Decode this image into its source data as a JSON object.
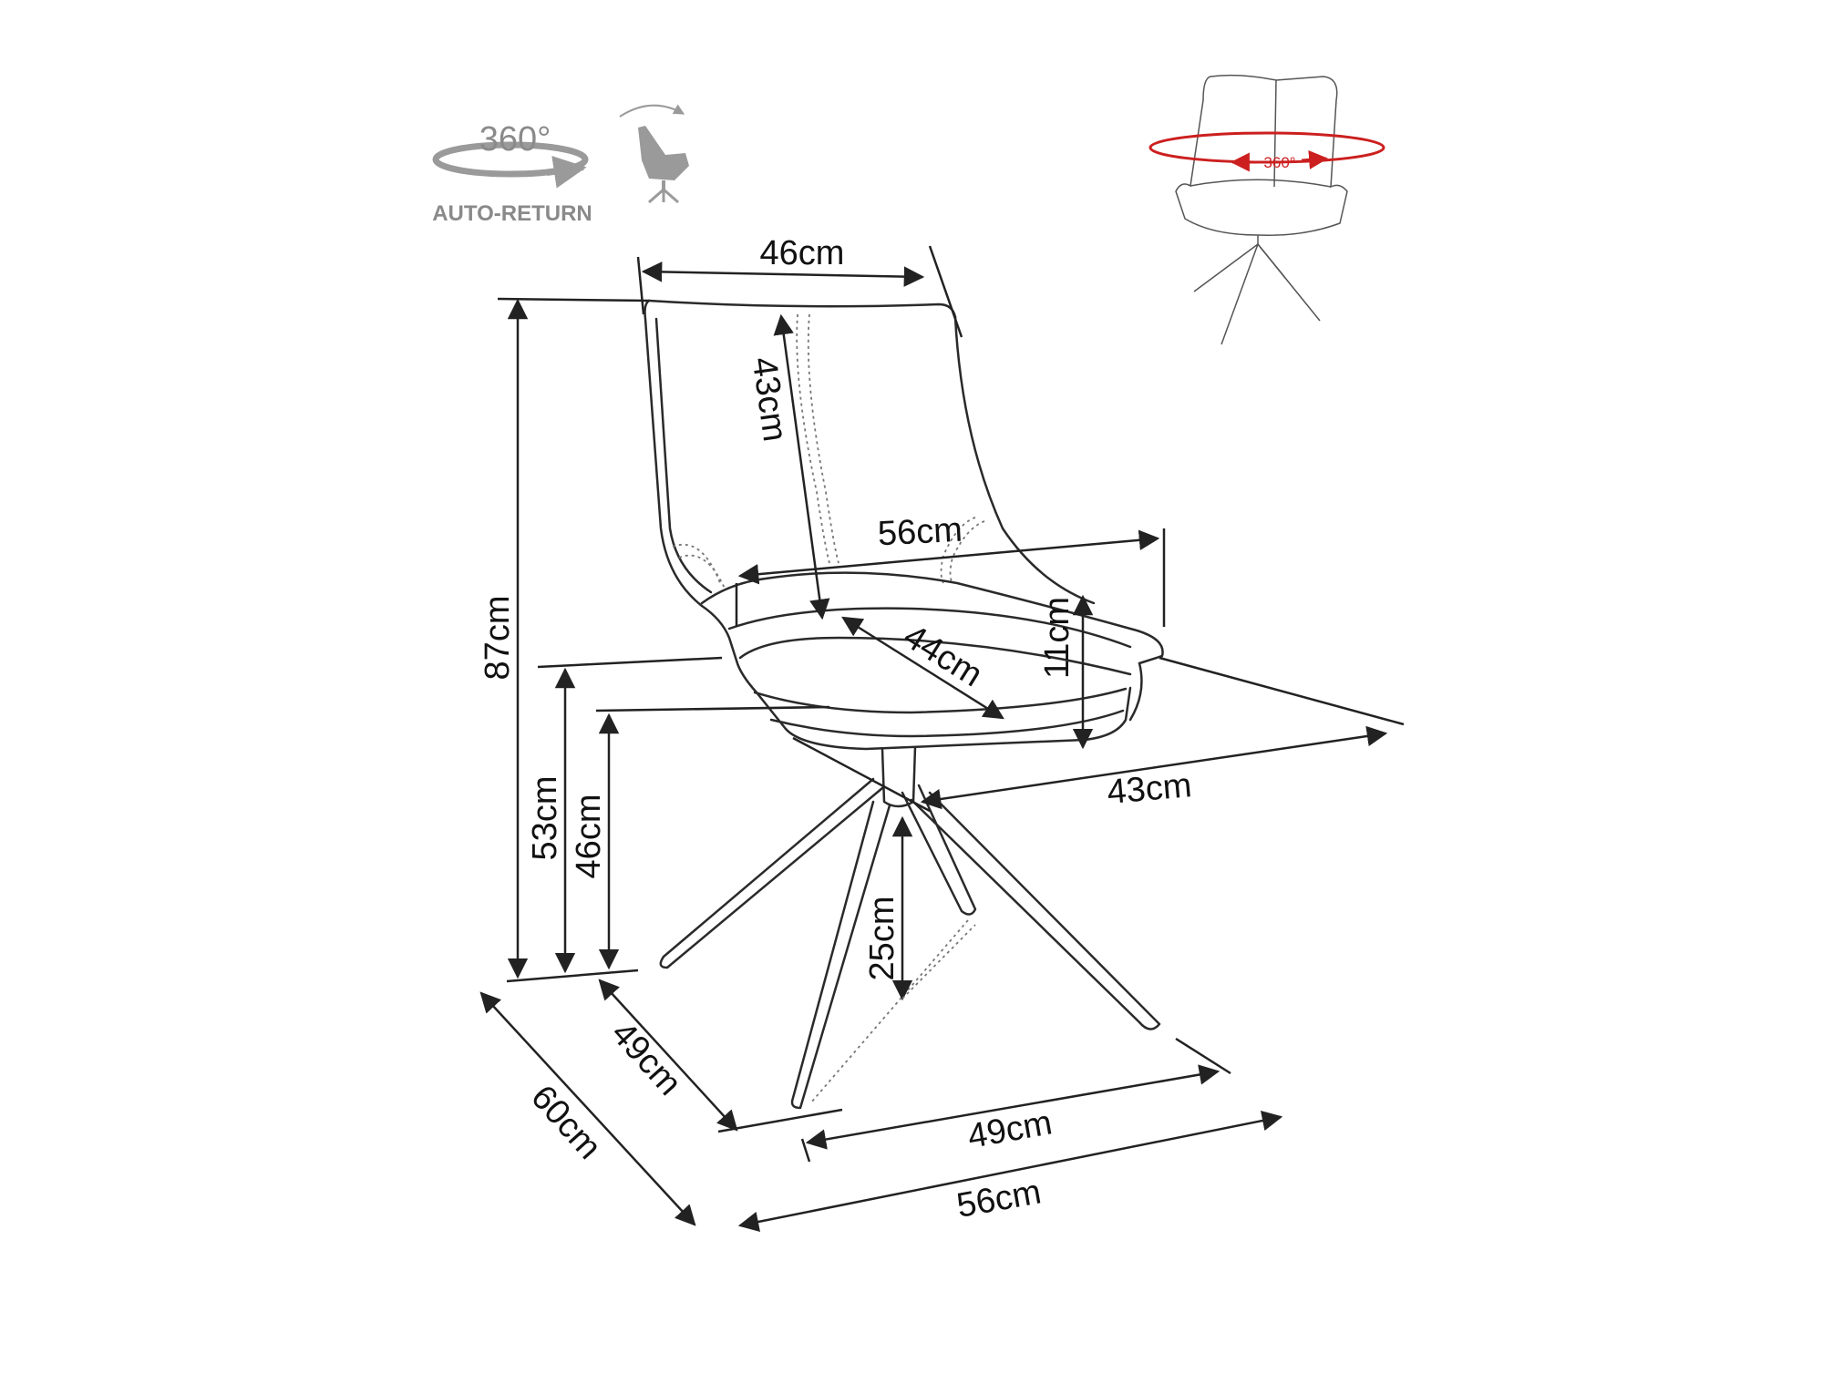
{
  "icons": {
    "rotation": {
      "label": "360°",
      "caption": "AUTO-RETURN"
    },
    "tilt": {
      "name": "chair-tilt-icon"
    }
  },
  "preview": {
    "rotation_label": "360°",
    "accent": "#cc1f1f"
  },
  "dimensions": {
    "back_width": "46cm",
    "back_height": "43cm",
    "armrest_width": "56cm",
    "seat_depth_diag": "44cm",
    "armrest_height": "11cm",
    "seat_depth": "43cm",
    "total_height": "87cm",
    "armrest_floor": "53cm",
    "seat_height": "46cm",
    "base_height": "25cm",
    "base_depth": "49cm",
    "total_depth": "60cm",
    "base_width": "49cm",
    "total_width": "56cm"
  },
  "colors": {
    "line": "#222222",
    "accent": "#cc1f1f",
    "icon_gray": "#9a9a9a"
  }
}
